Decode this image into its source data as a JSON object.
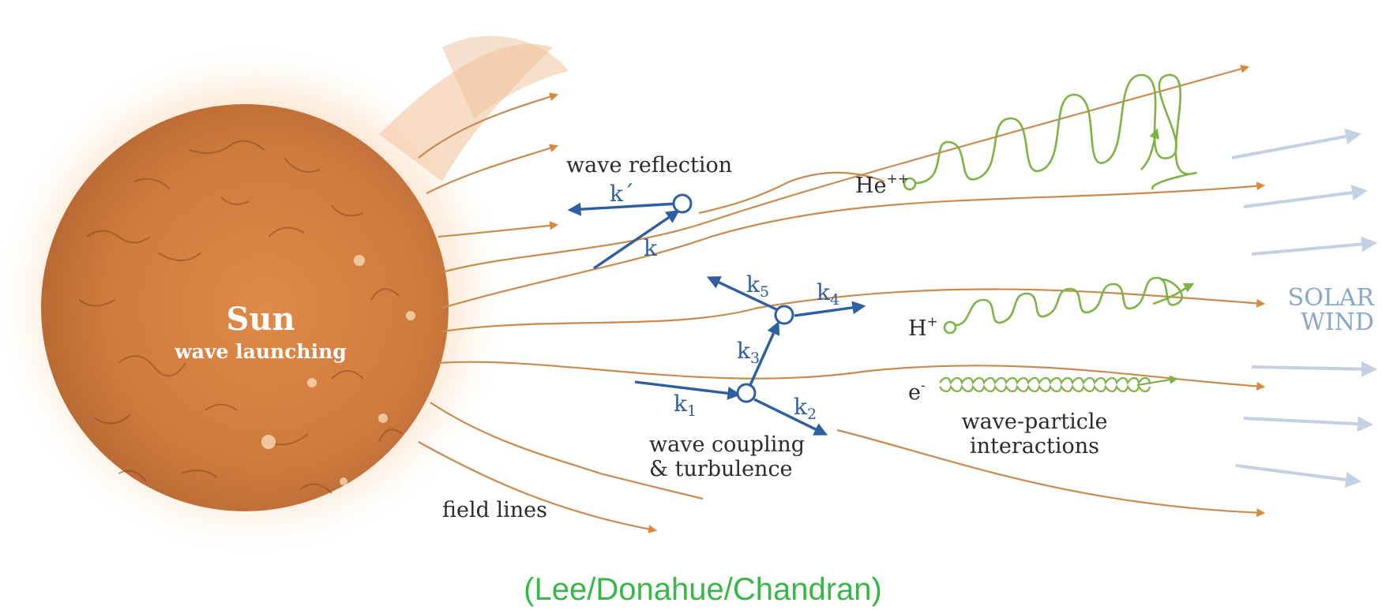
{
  "sun": {
    "title": "Sun",
    "subtitle": "wave launching"
  },
  "labels": {
    "field_lines": "field lines",
    "wave_reflection": "wave reflection",
    "wave_coupling_line1": "wave coupling",
    "wave_coupling_line2": "& turbulence",
    "wave_particle_line1": "wave-particle",
    "wave_particle_line2": "interactions",
    "solar_wind_line1": "SOLAR",
    "solar_wind_line2": "WIND"
  },
  "wavevectors": {
    "k": "k",
    "k_prime": "k´",
    "k_letter": "k",
    "k1_sub": "1",
    "k2_sub": "2",
    "k3_sub": "3",
    "k4_sub": "4",
    "k5_sub": "5"
  },
  "particles": {
    "helium": {
      "symbol": "He",
      "charge": "++"
    },
    "proton": {
      "symbol": "H",
      "charge": "+"
    },
    "electron": {
      "symbol": "e",
      "charge": "-"
    }
  },
  "credit": "(Lee/Donahue/Chandran)",
  "colors": {
    "sun_fill": "#d07a3e",
    "field_line": "#c98a4e",
    "wave_arrow": "#2f5f9e",
    "particle_helix": "#7cb342",
    "solar_wind_arrow": "#c3d1e3",
    "credit_text": "#39b54a"
  }
}
